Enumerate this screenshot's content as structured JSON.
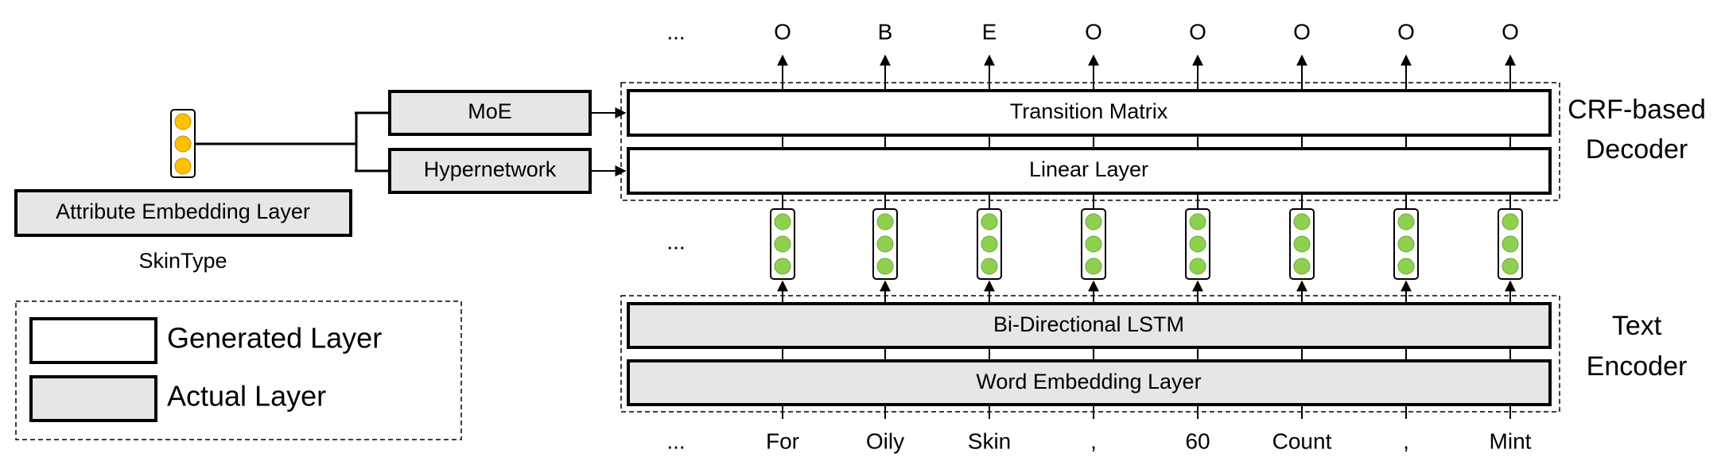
{
  "output_tags": [
    "...",
    "O",
    "B",
    "E",
    "O",
    "O",
    "O",
    "O",
    "O"
  ],
  "input_tokens": [
    "...",
    "For",
    "Oily",
    "Skin",
    ",",
    "60",
    "Count",
    ",",
    "Mint"
  ],
  "hidden_ellipsis": "...",
  "decoder": {
    "label_line1": "CRF-based",
    "label_line2": "Decoder",
    "transition_matrix": "Transition Matrix",
    "linear_layer": "Linear Layer"
  },
  "encoder": {
    "label_line1": "Text",
    "label_line2": "Encoder",
    "bilstm": "Bi-Directional LSTM",
    "word_embedding": "Word Embedding Layer"
  },
  "attribute": {
    "embedding_layer": "Attribute Embedding Layer",
    "attribute_name": "SkinType",
    "moe": "MoE",
    "hypernetwork": "Hypernetwork"
  },
  "legend": {
    "generated": "Generated Layer",
    "actual": "Actual Layer"
  },
  "colors": {
    "actual_layer_fill": "#e6e6e6",
    "generated_layer_fill": "#ffffff",
    "hidden_vector_dot": "#8fd14f",
    "attribute_vector_dot": "#ffc000"
  }
}
